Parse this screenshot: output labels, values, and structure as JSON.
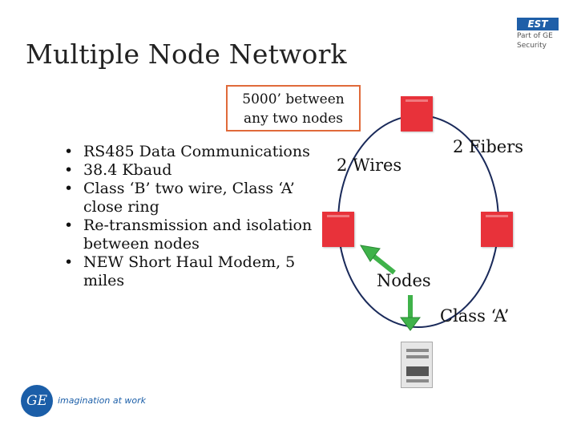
{
  "slide": {
    "title": "Multiple Node Network",
    "callout_line1": "5000’ between",
    "callout_line2": "any two nodes"
  },
  "bullets": [
    "RS485 Data Communications",
    "38.4 Kbaud",
    "Class ‘B’ two wire, Class ‘A’ close ring",
    "Re-transmission and isolation between nodes",
    "NEW Short Haul Modem, 5 miles"
  ],
  "diagram": {
    "label_wires": "2  Wires",
    "label_fibers": "2  Fibers",
    "label_nodes": "Nodes",
    "label_class": "Class ‘A’"
  },
  "logos": {
    "est_badge": "EST",
    "est_sub1": "Part of GE",
    "est_sub2": "Security",
    "ge_mark": "GE",
    "ge_tagline": "imagination at work"
  },
  "colors": {
    "callout_border": "#e06a3a",
    "panel_red": "#e8323a",
    "arrow_green": "#3fb24a",
    "ge_blue": "#1b5ea8"
  }
}
